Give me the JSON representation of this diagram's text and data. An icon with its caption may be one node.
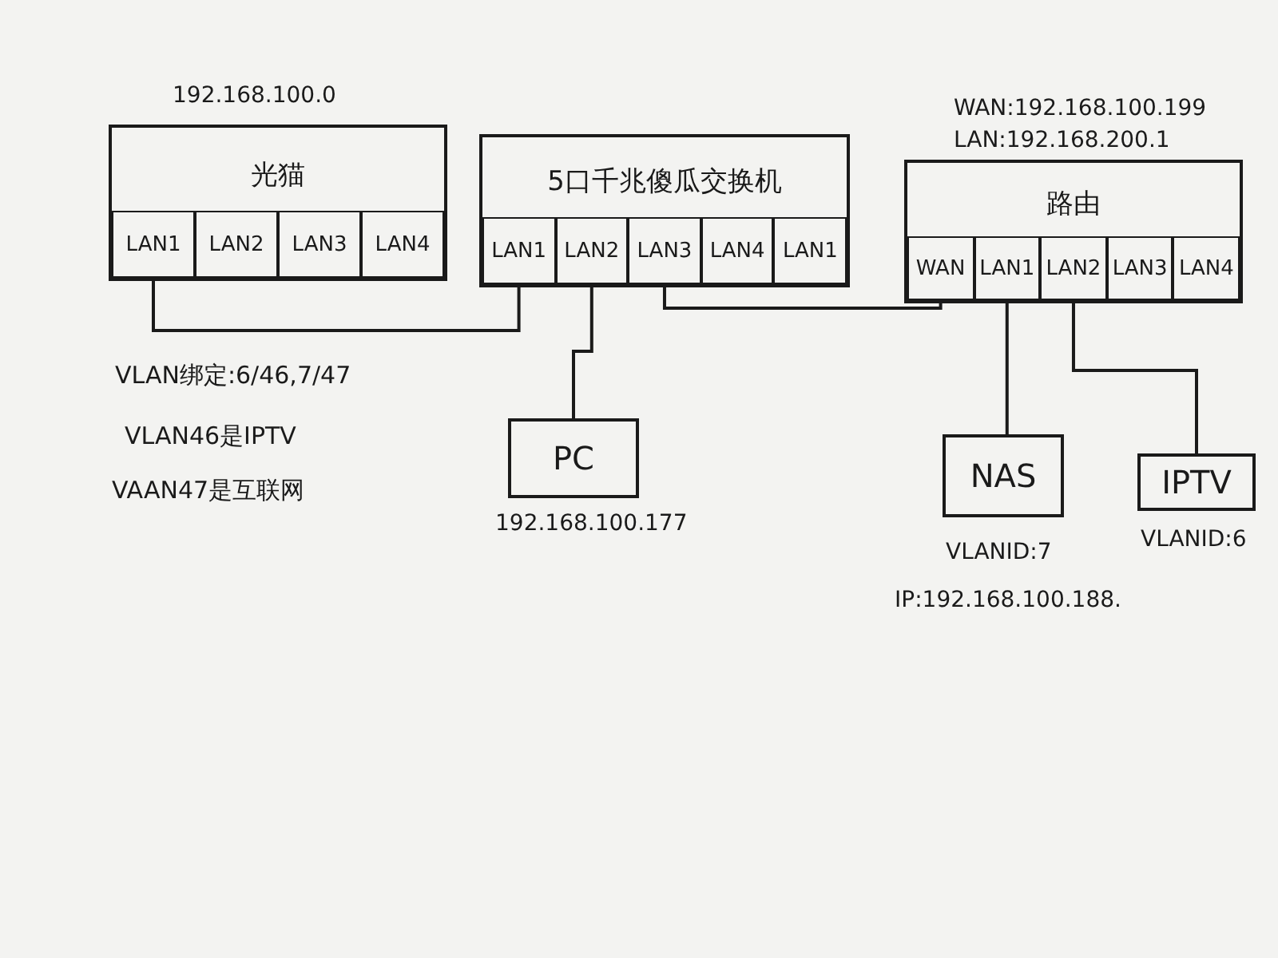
{
  "diagram": {
    "nodes": [
      {
        "text": [
          "光猫"
        ],
        "beside": [
          "192.168.100.0"
        ]
      },
      {
        "text": [
          "LAN1"
        ],
        "in": 0
      },
      {
        "text": [
          "LAN2"
        ],
        "in": 0
      },
      {
        "text": [
          "LAN3"
        ],
        "in": 0
      },
      {
        "text": [
          "LAN4"
        ],
        "in": 0
      },
      {
        "text": [
          "5口千兆傻瓜交换机"
        ]
      },
      {
        "text": [
          "LAN1"
        ],
        "in": 5
      },
      {
        "text": [
          "LAN2"
        ],
        "in": 5
      },
      {
        "text": [
          "LAN3"
        ],
        "in": 5
      },
      {
        "text": [
          "LAN4"
        ],
        "in": 5
      },
      {
        "text": [
          "LAN1"
        ],
        "in": 5
      },
      {
        "text": [
          "路由"
        ],
        "beside": [
          "WAN:192.168.100.199",
          "LAN:192.168.200.1"
        ]
      },
      {
        "text": [
          "WAN"
        ],
        "in": 11
      },
      {
        "text": [
          "LAN1"
        ],
        "in": 11
      },
      {
        "text": [
          "LAN2"
        ],
        "in": 11
      },
      {
        "text": [
          "LAN3"
        ],
        "in": 11
      },
      {
        "text": [
          "LAN4"
        ],
        "in": 11
      },
      {
        "text": [
          "PC"
        ],
        "beside": [
          "192.168.100.177"
        ]
      },
      {
        "text": [
          "NAS"
        ],
        "beside": [
          "VLANID:7",
          "IP:192.168.100.188."
        ]
      },
      {
        "text": [
          "IPTV"
        ],
        "beside": [
          "VLANID:6"
        ]
      }
    ],
    "edges": [
      {
        "from": 1,
        "to": 6,
        "arrow": "none"
      },
      {
        "from": 7,
        "to": 17,
        "arrow": "none"
      },
      {
        "from": 8,
        "to": 12,
        "arrow": "none"
      },
      {
        "from": 13,
        "to": 18,
        "arrow": "none"
      },
      {
        "from": 14,
        "to": 19,
        "arrow": "none"
      }
    ],
    "labels": [
      "VLAN绑定:6/46,7/47",
      "VLAN46是IPTV",
      "VAAN47是互联网"
    ]
  }
}
